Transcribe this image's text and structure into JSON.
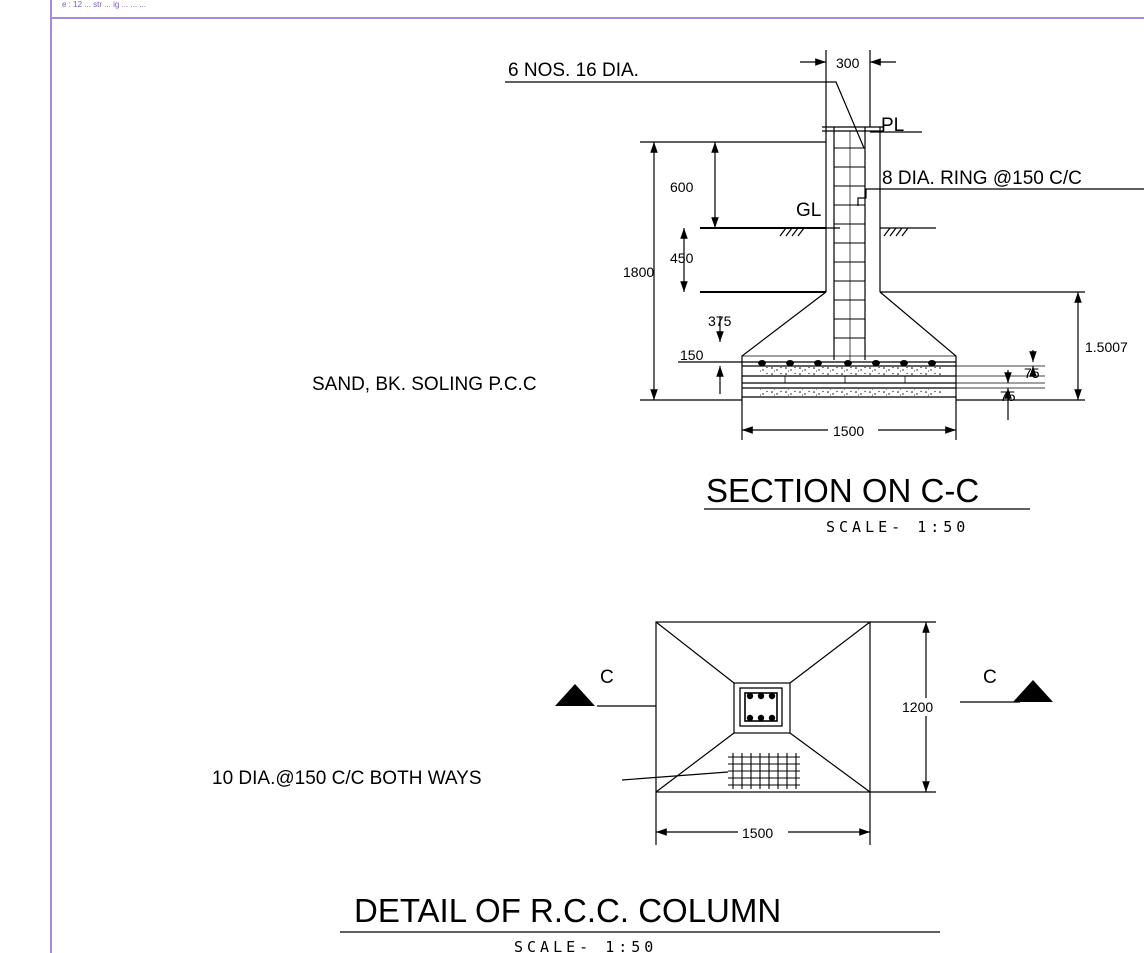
{
  "top_note": "e : 12 ... str ... ig  ... ... ...",
  "section": {
    "bars_label": "6 NOS. 16 DIA.",
    "col_width": "300",
    "pl": "PL",
    "ring_label": "8 DIA. RING @150 C/C",
    "depth_600": "600",
    "gl": "GL",
    "depth_450": "450",
    "depth_1800": "1800",
    "depth_375": "375",
    "depth_150": "150",
    "depth_1_5007": "1.5007",
    "thk_75_a": "75",
    "thk_75_b": "75",
    "soling_label": "SAND, BK. SOLING P.C.C",
    "base_1500": "1500",
    "title": "SECTION ON C-C",
    "scale": "SCALE-  1:50"
  },
  "plan": {
    "c_left": "C",
    "c_right": "C",
    "width_1200": "1200",
    "mesh_label": "10 DIA.@150 C/C BOTH WAYS",
    "base_1500": "1500",
    "title": "DETAIL OF R.C.C. COLUMN",
    "scale": "SCALE-  1:50"
  }
}
